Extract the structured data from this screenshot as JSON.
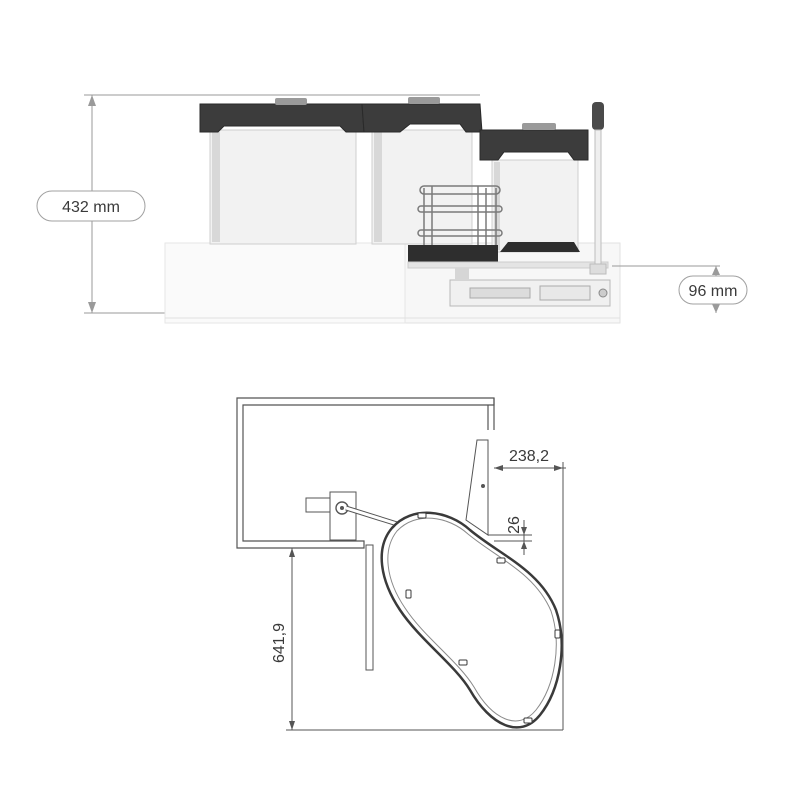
{
  "side_view": {
    "overall_height_label": "432 mm",
    "base_height_label": "96 mm"
  },
  "top_view": {
    "side_offset_label": "238,2",
    "gap_label": "26",
    "depth_label": "641,9"
  },
  "colors": {
    "line": "#555555",
    "bin_lid": "#3c3c3c",
    "bin_body": "#f2f2f2",
    "cabinet": "#f7f7f7"
  }
}
